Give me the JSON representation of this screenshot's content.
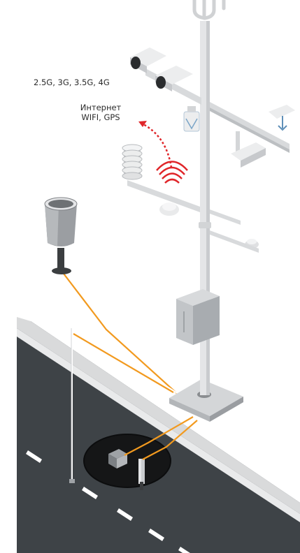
{
  "labels": {
    "network": "2.5G, 3G, 3.5G, 4G",
    "internet_line1": "Интернет",
    "internet_line2": "WIFI, GPS"
  },
  "colors": {
    "road": "#3e4347",
    "road_edge": "#d9dadb",
    "pole": "#e4e5e7",
    "pole_shade": "#c9cbce",
    "cable": "#f29a1f",
    "signal": "#e0262a",
    "pit": "#151617",
    "background": "#ffffff"
  },
  "icons": {
    "wireless": "wifi-signal-icon",
    "upload_arrow": "dotted-arrow-icon"
  }
}
